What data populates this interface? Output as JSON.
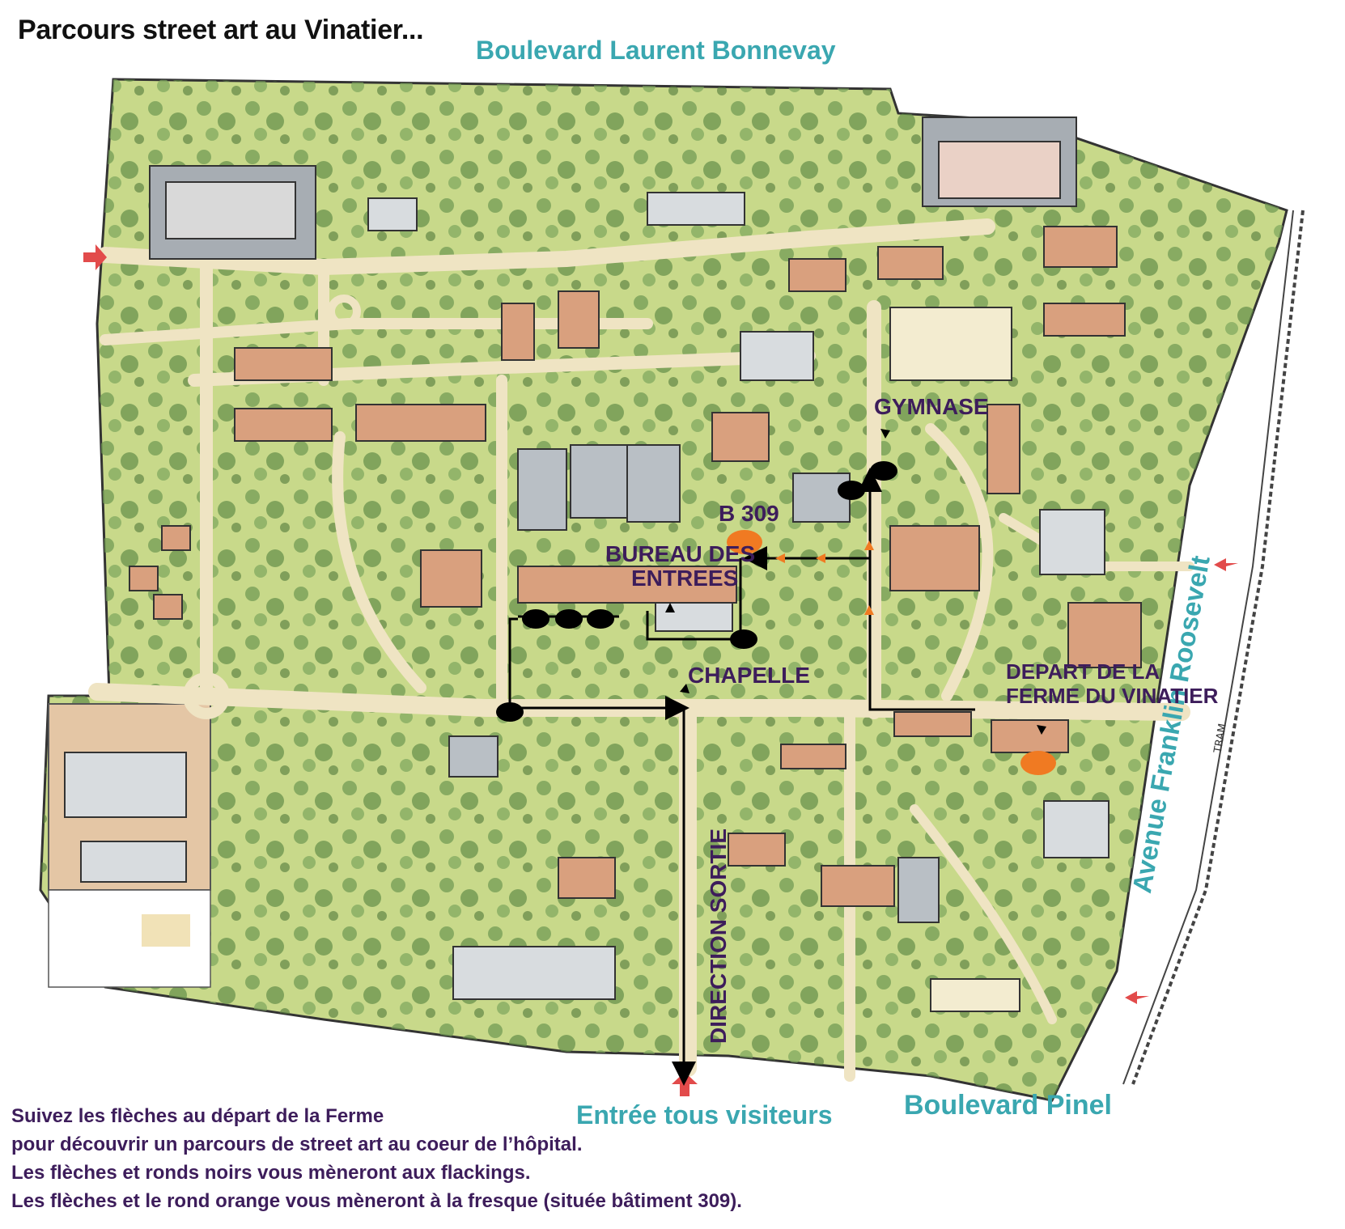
{
  "title": "Parcours street art au Vinatier...",
  "streets": {
    "north": "Boulevard Laurent Bonnevay",
    "east": "Avenue Franklin Roosevelt",
    "south": "Boulevard Pinel",
    "tram": "TRAM"
  },
  "entrance": "Entrée tous visiteurs",
  "places": {
    "gymnase": "GYMNASE",
    "b309": "B 309",
    "bureau_line1": "BUREAU DES",
    "bureau_line2": "ENTREES",
    "chapelle": "CHAPELLE",
    "depart_line1": "DEPART DE LA",
    "depart_line2": "FERME DU VINATIER",
    "direction_sortie": "DIRECTION SORTIE"
  },
  "instructions": [
    "Suivez les flèches au départ de la Ferme",
    "pour découvrir un parcours de street art au coeur de l’hôpital.",
    "Les flèches et ronds noirs vous mèneront aux flackings.",
    "Les flèches et le rond orange vous mèneront à la fresque (située bâtiment 309)."
  ],
  "colors": {
    "grass": "#c8d98a",
    "trees": "#6f9a52",
    "path": "#efe4c3",
    "building_roof": "#d9a07e",
    "building_grey": "#b9bfc5",
    "street_label": "#3aa7b0",
    "place_label": "#3d1d5b",
    "route_black": "#000000",
    "route_orange": "#f07a22",
    "entry_arrow": "#e24b4b"
  },
  "icons": {
    "flacking_marker": "black-ellipse",
    "fresco_marker": "orange-ellipse",
    "entry_marker": "red-arrow-icon"
  }
}
